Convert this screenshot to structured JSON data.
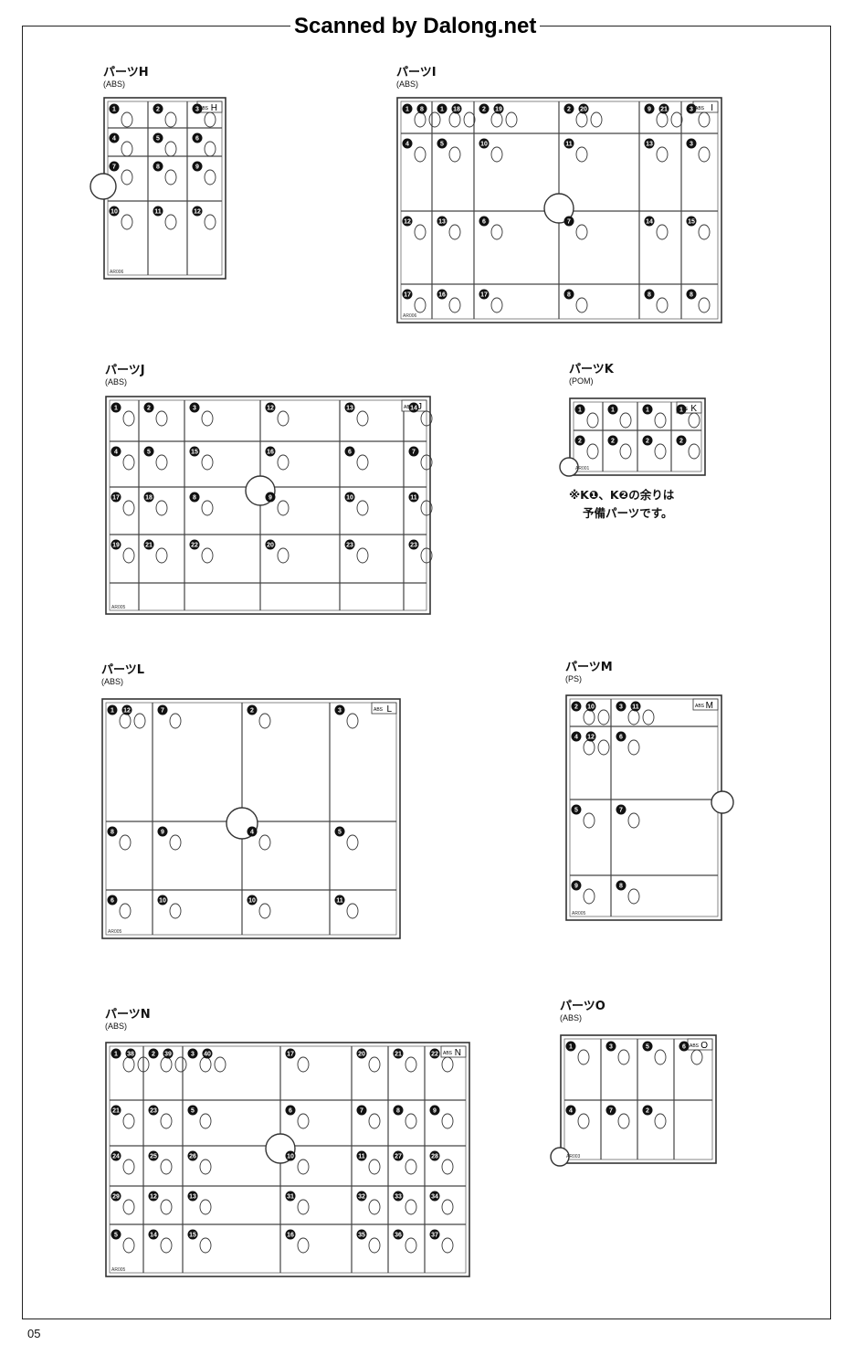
{
  "header": {
    "scan_credit": "Scanned by Dalong.net"
  },
  "page_number": "05",
  "parts": [
    {
      "id": "H",
      "title": "パーツH",
      "material": "(ABS)",
      "tag": "H",
      "code": "AR006",
      "numbers": [
        "1",
        "2",
        "3",
        "4",
        "5",
        "6",
        "7",
        "8",
        "9",
        "10",
        "11",
        "12"
      ]
    },
    {
      "id": "I",
      "title": "パーツI",
      "material": "(ABS)",
      "tag": "I",
      "code": "AR006",
      "numbers": [
        "1",
        "1",
        "2",
        "2",
        "9",
        "3",
        "4",
        "5",
        "10",
        "11",
        "13",
        "3",
        "12",
        "13",
        "6",
        "7",
        "14",
        "15",
        "17",
        "16",
        "17",
        "8",
        "8",
        "8",
        "8",
        "18",
        "19",
        "20",
        "21"
      ]
    },
    {
      "id": "J",
      "title": "パーツJ",
      "material": "(ABS)",
      "tag": "J",
      "code": "AR005",
      "numbers": [
        "1",
        "2",
        "3",
        "12",
        "13",
        "14",
        "4",
        "5",
        "15",
        "16",
        "6",
        "7",
        "17",
        "18",
        "8",
        "9",
        "10",
        "11",
        "19",
        "21",
        "22",
        "20",
        "23",
        "23"
      ]
    },
    {
      "id": "K",
      "title": "パーツK",
      "material": "(POM)",
      "tag": "K",
      "code": "AR001",
      "numbers": [
        "1",
        "1",
        "1",
        "1",
        "2",
        "2",
        "2",
        "2"
      ]
    },
    {
      "id": "L",
      "title": "パーツL",
      "material": "(ABS)",
      "tag": "L",
      "code": "AR005",
      "numbers": [
        "1",
        "7",
        "2",
        "3",
        "8",
        "9",
        "4",
        "5",
        "6",
        "10",
        "10",
        "11",
        "12"
      ]
    },
    {
      "id": "M",
      "title": "パーツM",
      "material": "(PS)",
      "tag": "M",
      "code": "AR005",
      "numbers": [
        "2",
        "3",
        "4",
        "6",
        "5",
        "7",
        "9",
        "8",
        "10",
        "11",
        "12"
      ]
    },
    {
      "id": "N",
      "title": "パーツN",
      "material": "(ABS)",
      "tag": "N",
      "code": "AR005",
      "numbers": [
        "1",
        "2",
        "3",
        "17",
        "20",
        "21",
        "22",
        "21",
        "23",
        "5",
        "6",
        "7",
        "8",
        "9",
        "24",
        "25",
        "26",
        "10",
        "11",
        "27",
        "28",
        "29",
        "12",
        "13",
        "31",
        "32",
        "33",
        "34",
        "5",
        "14",
        "15",
        "16",
        "35",
        "36",
        "37",
        "38",
        "39",
        "40"
      ]
    },
    {
      "id": "O",
      "title": "パーツO",
      "material": "(ABS)",
      "tag": "O",
      "code": "AR003",
      "numbers": [
        "1",
        "3",
        "5",
        "6",
        "4",
        "7",
        "2"
      ]
    }
  ],
  "note": {
    "line1": "※K❶、K❷の余りは",
    "line2": "予備パーツです。"
  }
}
